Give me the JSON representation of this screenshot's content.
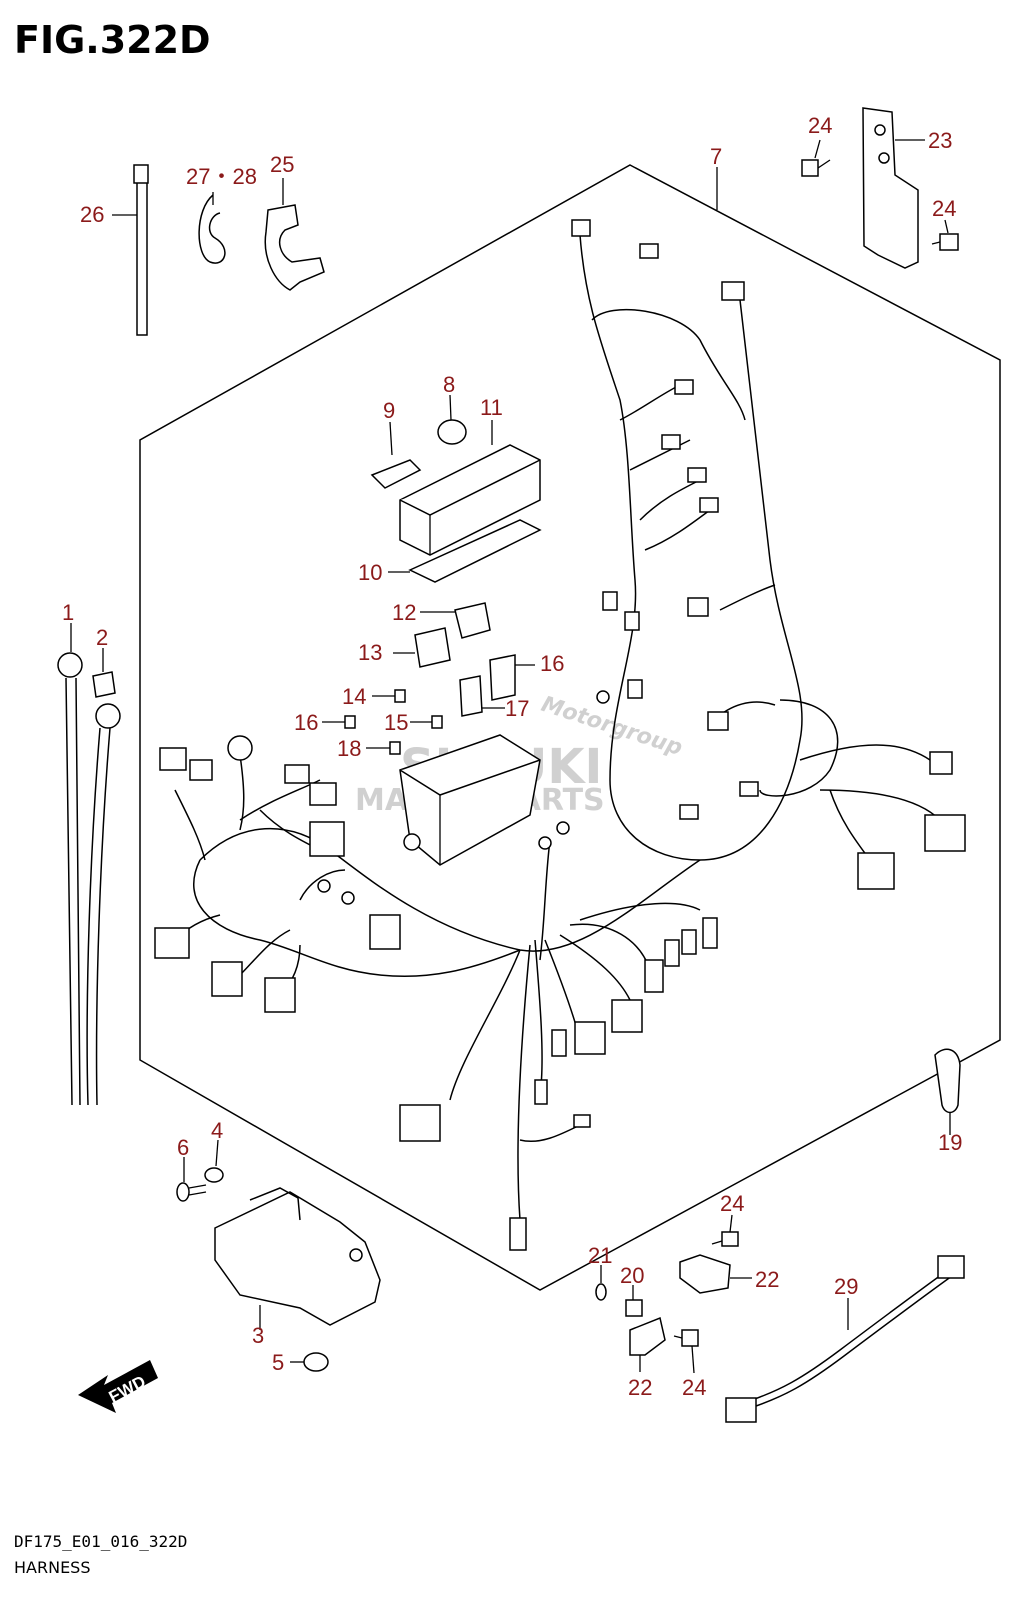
{
  "figure": {
    "title": "FIG.322D"
  },
  "footer": {
    "code": "DF175_E01_016_322D",
    "name": "HARNESS"
  },
  "watermark": {
    "brand": "SUZUKI",
    "line": "MARINE PARTS",
    "site": "Motorgroup"
  },
  "fwd_label": "FWD",
  "callouts": {
    "c1": "1",
    "c2": "2",
    "c3": "3",
    "c4": "4",
    "c5": "5",
    "c6": "6",
    "c7": "7",
    "c8": "8",
    "c9": "9",
    "c10": "10",
    "c11": "11",
    "c12": "12",
    "c13": "13",
    "c14": "14",
    "c15": "15",
    "c16a": "16",
    "c16b": "16",
    "c17": "17",
    "c18": "18",
    "c19": "19",
    "c20": "20",
    "c21": "21",
    "c22a": "22",
    "c22b": "22",
    "c23": "23",
    "c24a": "24",
    "c24b": "24",
    "c24c": "24",
    "c24d": "24",
    "c25": "25",
    "c26": "26",
    "c2728": "27・28",
    "c29": "29"
  },
  "colors": {
    "callout": "#8b1a1a",
    "line": "#000000",
    "watermark": "#c8c8c8"
  }
}
